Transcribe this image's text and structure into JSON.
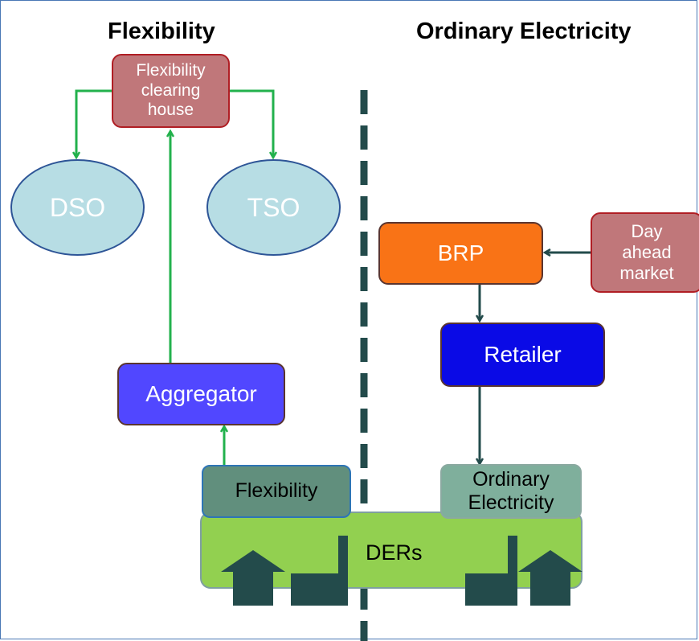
{
  "headings": {
    "flexibility": "Flexibility",
    "ordinary": "Ordinary Electricity"
  },
  "nodes": {
    "clearing_house": [
      "Flexibility",
      "clearing",
      "house"
    ],
    "dso": "DSO",
    "tso": "TSO",
    "aggregator": "Aggregator",
    "flexibility": "Flexibility",
    "brp": "BRP",
    "day_ahead": [
      "Day",
      "ahead",
      "market"
    ],
    "retailer": "Retailer",
    "ordinary_electricity": [
      "Ordinary",
      "Electricity"
    ],
    "ders": "DERs"
  },
  "colors": {
    "flex_arrow": "#22b14c",
    "ordinary_arrow": "#234b4b",
    "divider": "#234b4b",
    "clearing_house": "#c0777a",
    "aggregator": "#5147ff",
    "brp": "#f97316",
    "retailer": "#0a0ae6",
    "ders": "#92d050",
    "building": "#234b4b"
  }
}
